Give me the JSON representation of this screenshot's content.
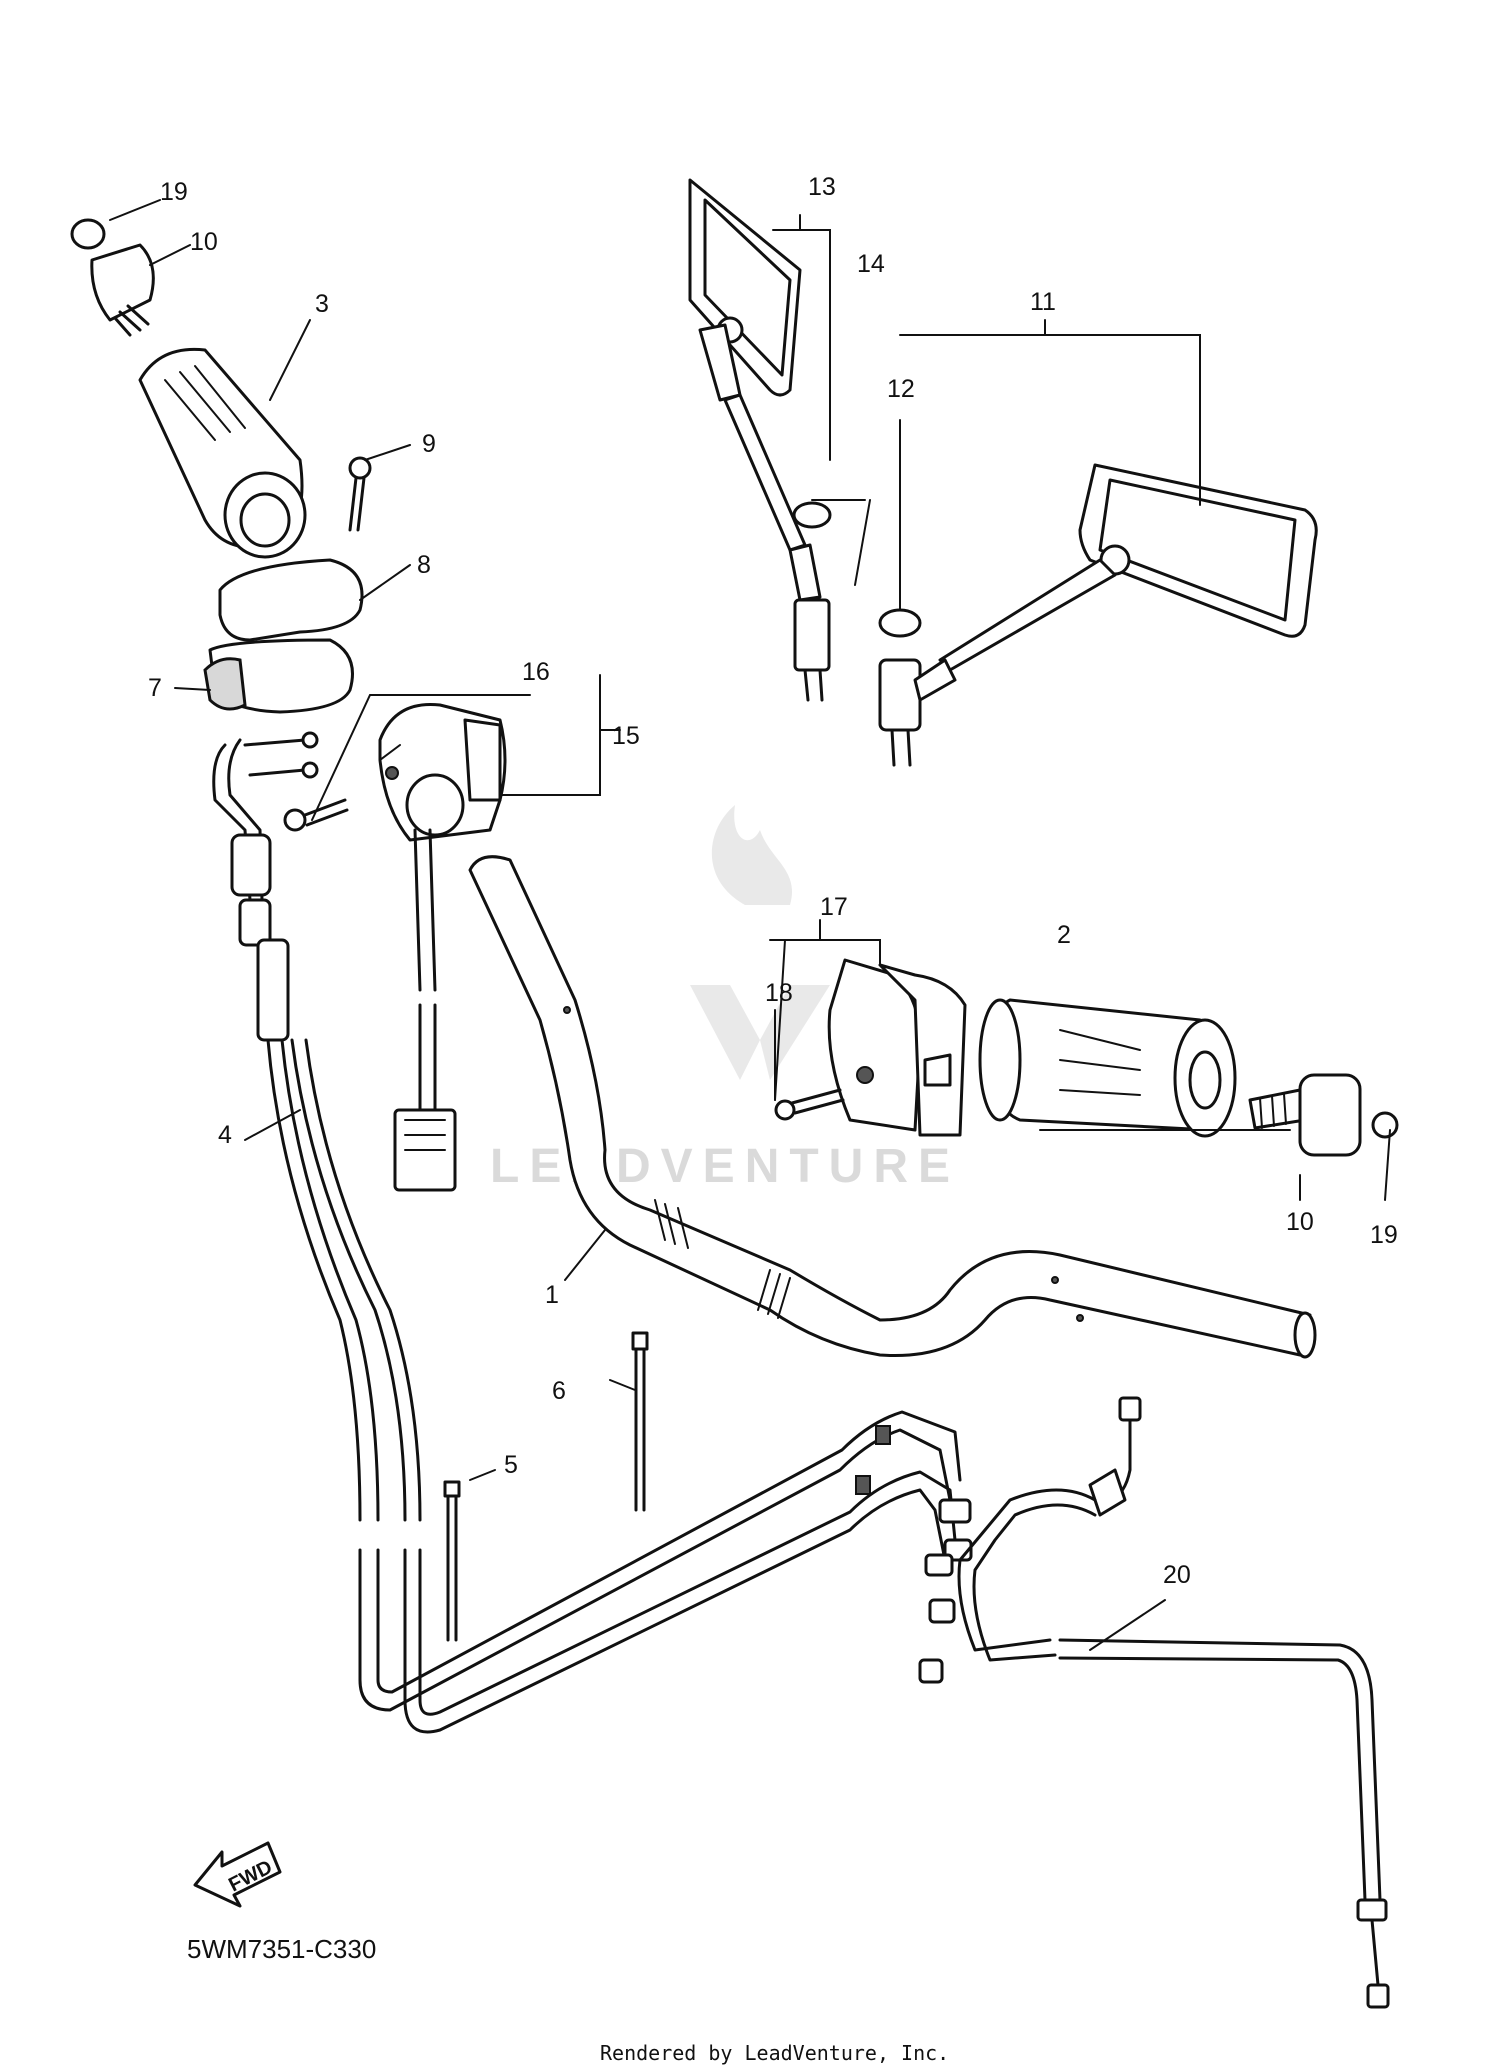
{
  "diagram": {
    "drawing_code": "5WM7351-C330",
    "footer": "Rendered by LeadVenture, Inc.",
    "watermark": "LEADVENTURE",
    "fwd_label": "FWD",
    "callouts": [
      {
        "id": "c1",
        "label": "1"
      },
      {
        "id": "c2",
        "label": "2"
      },
      {
        "id": "c3",
        "label": "3"
      },
      {
        "id": "c4",
        "label": "4"
      },
      {
        "id": "c5",
        "label": "5"
      },
      {
        "id": "c6",
        "label": "6"
      },
      {
        "id": "c7",
        "label": "7"
      },
      {
        "id": "c8",
        "label": "8"
      },
      {
        "id": "c9",
        "label": "9"
      },
      {
        "id": "c10a",
        "label": "10"
      },
      {
        "id": "c10b",
        "label": "10"
      },
      {
        "id": "c11",
        "label": "11"
      },
      {
        "id": "c12",
        "label": "12"
      },
      {
        "id": "c13",
        "label": "13"
      },
      {
        "id": "c14",
        "label": "14"
      },
      {
        "id": "c15",
        "label": "15"
      },
      {
        "id": "c16",
        "label": "16"
      },
      {
        "id": "c17",
        "label": "17"
      },
      {
        "id": "c18",
        "label": "18"
      },
      {
        "id": "c19a",
        "label": "19"
      },
      {
        "id": "c19b",
        "label": "19"
      },
      {
        "id": "c20",
        "label": "20"
      }
    ]
  }
}
